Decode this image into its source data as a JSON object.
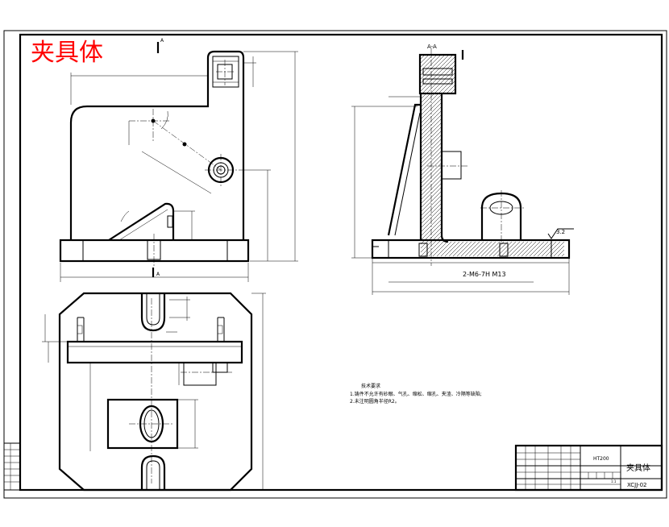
{
  "drawing": {
    "stamp_title": "夹具体",
    "section_label": "A-A",
    "view_marker_a": "A",
    "hole_callout": "2-M6-7H M13",
    "roughness_value": "3.2",
    "notes": {
      "heading": "技术要求",
      "line1": "1.铸件不允许有砂眼、气孔、缩松、缩孔、夹渣、冷隔等缺陷;",
      "line2": "2.未注明圆角半径R2。"
    },
    "title_block": {
      "material": "HT200",
      "part_name": "夹具体",
      "drawing_no": "XCJJ-02",
      "scale": "1:1"
    }
  }
}
